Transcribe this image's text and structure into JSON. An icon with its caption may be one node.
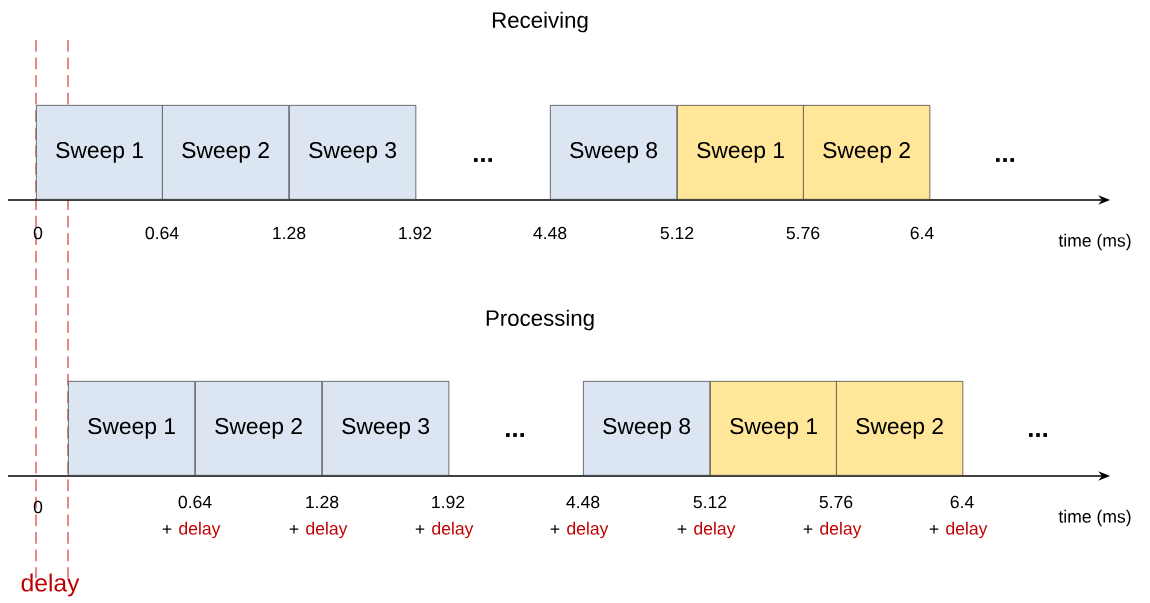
{
  "diagram": {
    "nodes": [
      {
        "text": [
          "Sweep 1"
        ]
      },
      {
        "text": [
          "Sweep 2"
        ]
      },
      {
        "text": [
          "Sweep 3"
        ]
      },
      {
        "text": [
          "Sweep 8"
        ]
      },
      {
        "text": [
          "Sweep 1"
        ]
      },
      {
        "text": [
          "Sweep 2"
        ]
      },
      {
        "text": [
          "Sweep 1"
        ]
      },
      {
        "text": [
          "Sweep 2"
        ]
      },
      {
        "text": [
          "Sweep 3"
        ]
      },
      {
        "text": [
          "Sweep 8"
        ]
      },
      {
        "text": [
          "Sweep 1"
        ]
      },
      {
        "text": [
          "Sweep 2"
        ]
      }
    ],
    "labels": [
      "Receiving",
      "...",
      "...",
      "0",
      "0.64",
      "1.28",
      "1.92",
      "4.48",
      "5.12",
      "5.76",
      "6.4",
      "time (ms)",
      "Processing",
      "...",
      "...",
      "0",
      "0.64",
      "+",
      "delay",
      "1.28",
      "+",
      "delay",
      "1.92",
      "+",
      "delay",
      "4.48",
      "+",
      "delay",
      "5.12",
      "+",
      "delay",
      "5.76",
      "+",
      "delay",
      "6.4",
      "+",
      "delay",
      "time (ms)",
      "delay"
    ]
  }
}
